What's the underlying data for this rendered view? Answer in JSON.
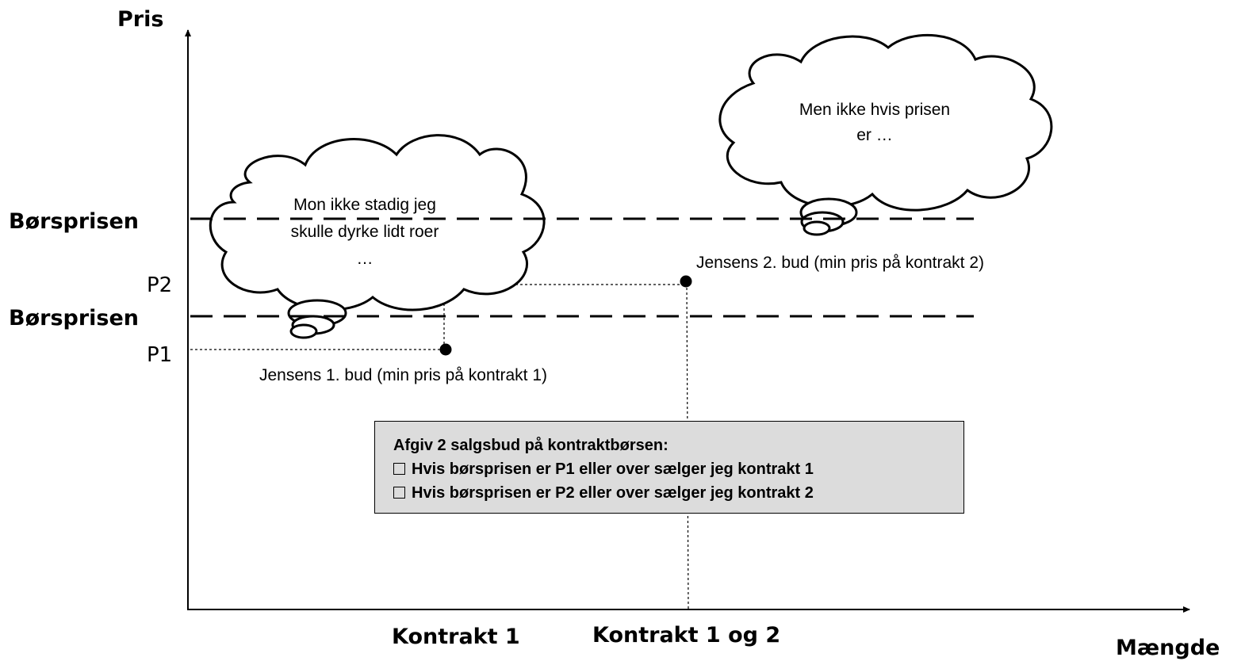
{
  "axes": {
    "y_label": "Pris",
    "x_label": "Mængde"
  },
  "price_levels": {
    "borsprisen_high": "Børsprisen",
    "borsprisen_low": "Børsprisen",
    "p2": "P2",
    "p1": "P1"
  },
  "x_ticks": {
    "kontrakt_1": "Kontrakt 1",
    "kontrakt_1_og_2": "Kontrakt 1 og 2"
  },
  "bids": {
    "bid_1": "Jensens 1. bud (min pris på kontrakt 1)",
    "bid_2": "Jensens 2. bud (min pris på kontrakt 2)"
  },
  "thoughts": {
    "left": [
      "Mon ikke stadig jeg",
      "skulle dyrke lidt roer",
      "…"
    ],
    "right": [
      "Men ikke hvis prisen",
      "er …"
    ]
  },
  "box": {
    "heading": "Afgiv 2 salgsbud på kontraktbørsen:",
    "items": [
      "Hvis børsprisen er P1 eller over sælger jeg kontrakt 1",
      "Hvis børsprisen er P2 eller over sælger jeg kontrakt 2"
    ]
  }
}
